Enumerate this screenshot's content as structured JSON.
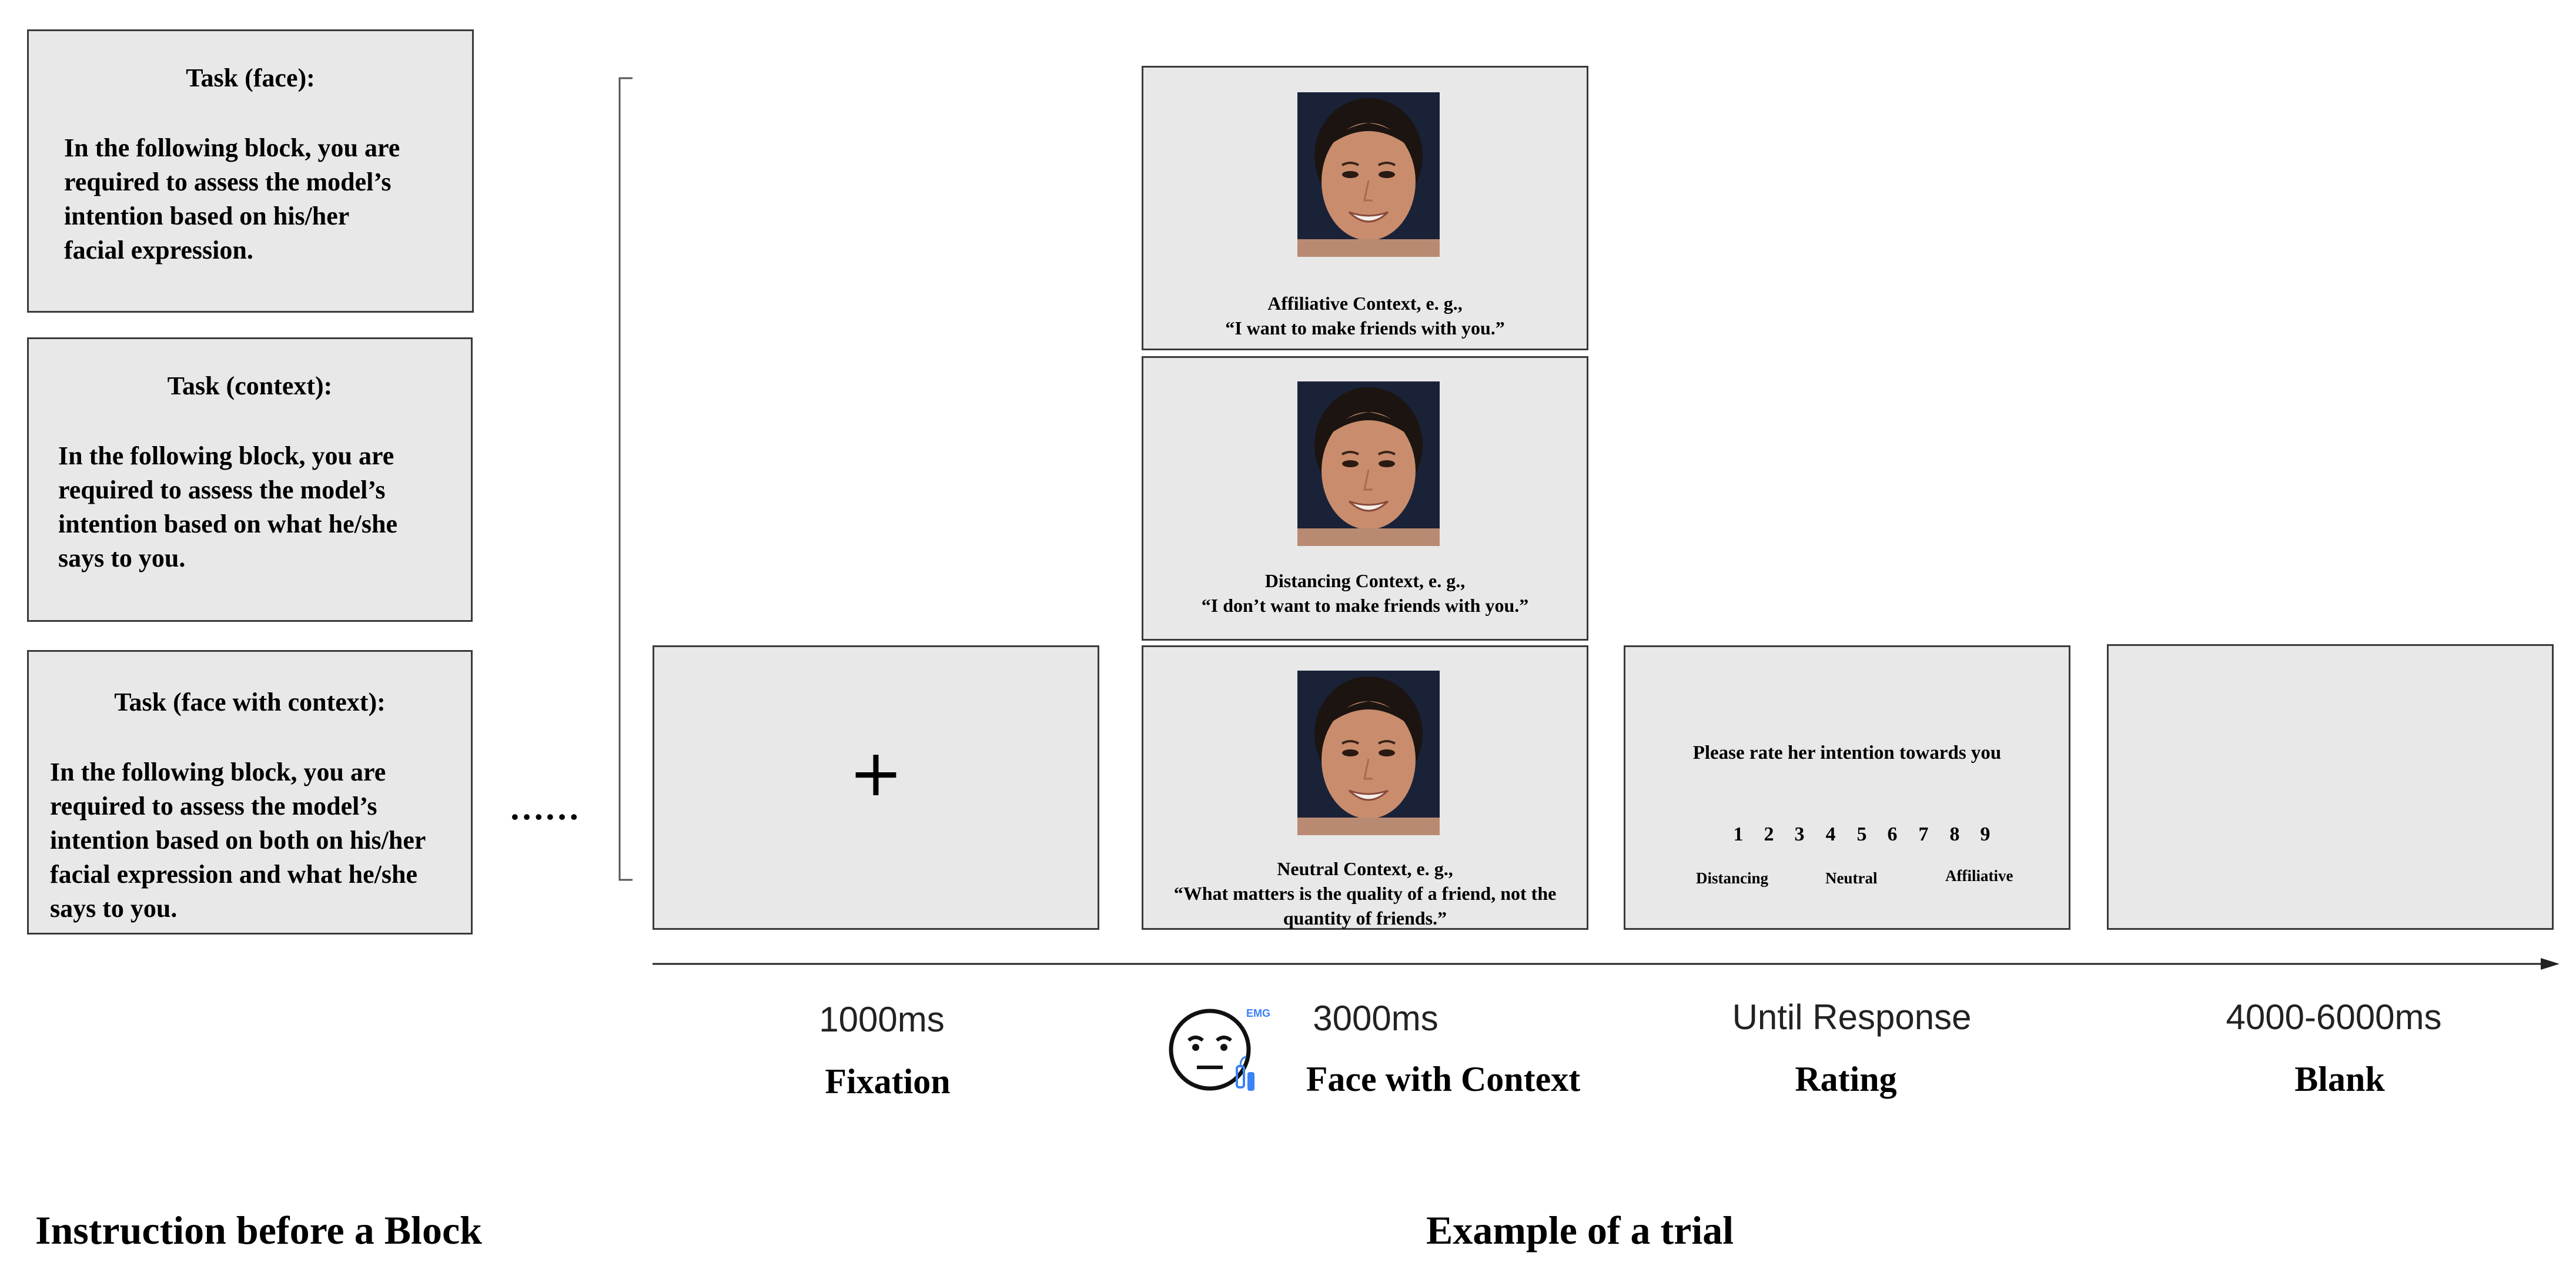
{
  "instructions": [
    {
      "title": "Task (face):",
      "body": "In the following block, you are\nrequired to assess the model’s\nintention based on his/her\nfacial expression."
    },
    {
      "title": "Task (context):",
      "body": "In the following block, you are\nrequired to assess the model’s\nintention based on what he/she\nsays to you."
    },
    {
      "title": "Task (face with context):",
      "body": "In the following block, you are\nrequired to assess the model’s\nintention based on both on his/her\nfacial expression and what he/she\nsays to you."
    }
  ],
  "ellipsis": "……",
  "fixation_symbol": "+",
  "contexts": [
    {
      "text": "Affiliative Context, e. g.,\n“I want to make friends with you.”"
    },
    {
      "text": "Distancing Context, e. g.,\n“I don’t want to make friends with you.”"
    },
    {
      "text": "Neutral Context, e. g.,\n“What matters is the quality of a friend, not the\nquantity of friends.”"
    }
  ],
  "rating": {
    "prompt": "Please rate her intention towards you",
    "scale": [
      "1",
      "2",
      "3",
      "4",
      "5",
      "6",
      "7",
      "8",
      "9"
    ],
    "anchor_left": "Distancing",
    "anchor_mid": "Neutral",
    "anchor_right": "Affiliative"
  },
  "emg_label": "EMG",
  "stages": [
    {
      "time": "1000ms",
      "name": "Fixation"
    },
    {
      "time": "3000ms",
      "name": "Face with Context"
    },
    {
      "time": "Until Response",
      "name": "Rating"
    },
    {
      "time": "4000-6000ms",
      "name": "Blank"
    }
  ],
  "section_titles": {
    "left": "Instruction before a Block",
    "right": "Example of a trial"
  },
  "colors": {
    "panel_fill": "#e8e8e8",
    "panel_border": "#3a3a3a",
    "emg_blue": "#3b82f6",
    "face_background": "#1a2238"
  }
}
